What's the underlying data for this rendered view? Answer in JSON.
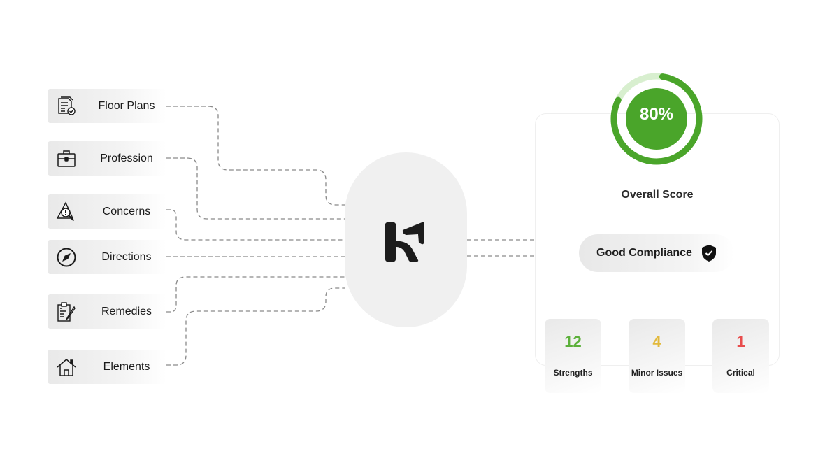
{
  "inputs": [
    {
      "label": "Floor Plans",
      "icon": "floor-plan-document-icon"
    },
    {
      "label": "Profession",
      "icon": "briefcase-icon"
    },
    {
      "label": "Concerns",
      "icon": "warning-search-icon"
    },
    {
      "label": "Directions",
      "icon": "compass-icon"
    },
    {
      "label": "Remedies",
      "icon": "prescription-clipboard-icon"
    },
    {
      "label": "Elements",
      "icon": "house-icon"
    }
  ],
  "hub": {
    "logo": "K",
    "logo_icon": "brand-logo-icon"
  },
  "result": {
    "score_percent": 80,
    "score_text": "80%",
    "score_label": "Overall Score",
    "compliance_label": "Good Compliance",
    "stats": [
      {
        "value": "12",
        "label": "Strengths",
        "color": "#5cb03a"
      },
      {
        "value": "4",
        "label": "Minor Issues",
        "color": "#e2b93b"
      },
      {
        "value": "1",
        "label": "Critical",
        "color": "#e84d4d"
      }
    ]
  },
  "colors": {
    "accent_green": "#4aa52a",
    "ring_track": "#d8efcf",
    "hub_bg": "#f0f0f0"
  }
}
